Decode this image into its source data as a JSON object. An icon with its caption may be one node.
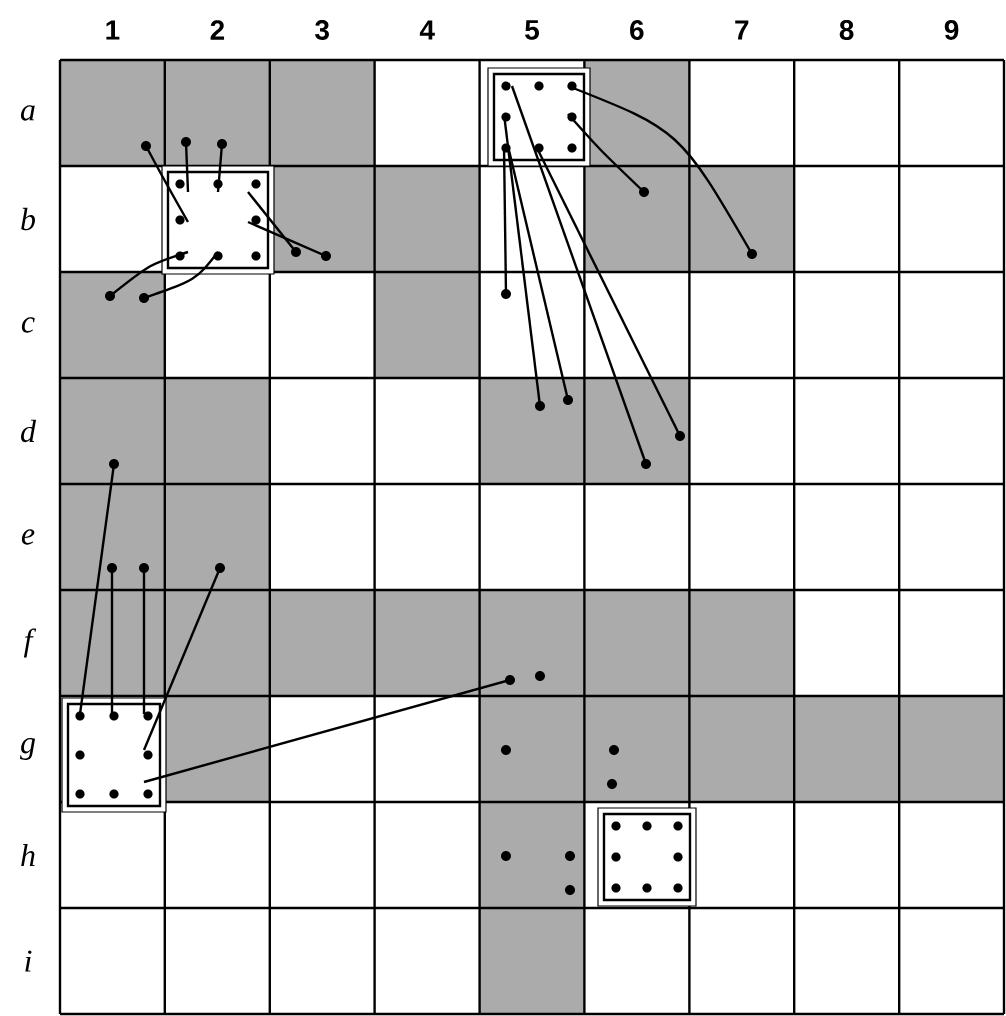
{
  "diagram": {
    "labels": [
      "1",
      "2",
      "3",
      "4",
      "5",
      "6",
      "7",
      "8",
      "9",
      "a",
      "b",
      "c",
      "d",
      "e",
      "f",
      "g",
      "h",
      "i"
    ]
  }
}
